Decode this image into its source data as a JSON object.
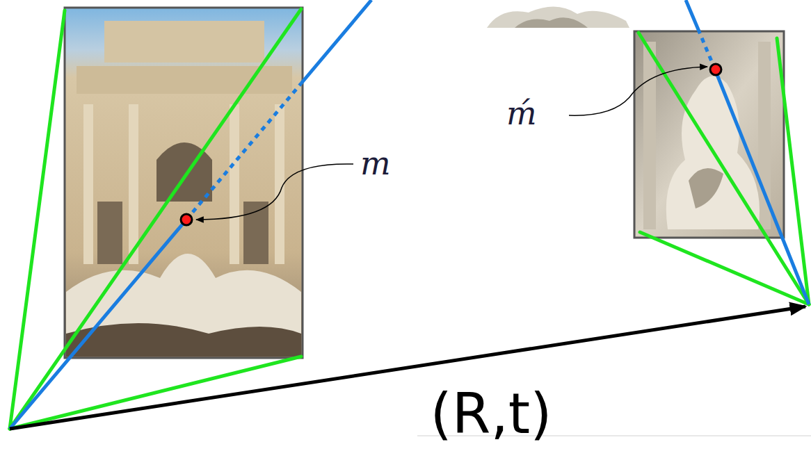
{
  "diagram": {
    "labels": [
      "m",
      "ḿ",
      "(R,t)"
    ]
  }
}
